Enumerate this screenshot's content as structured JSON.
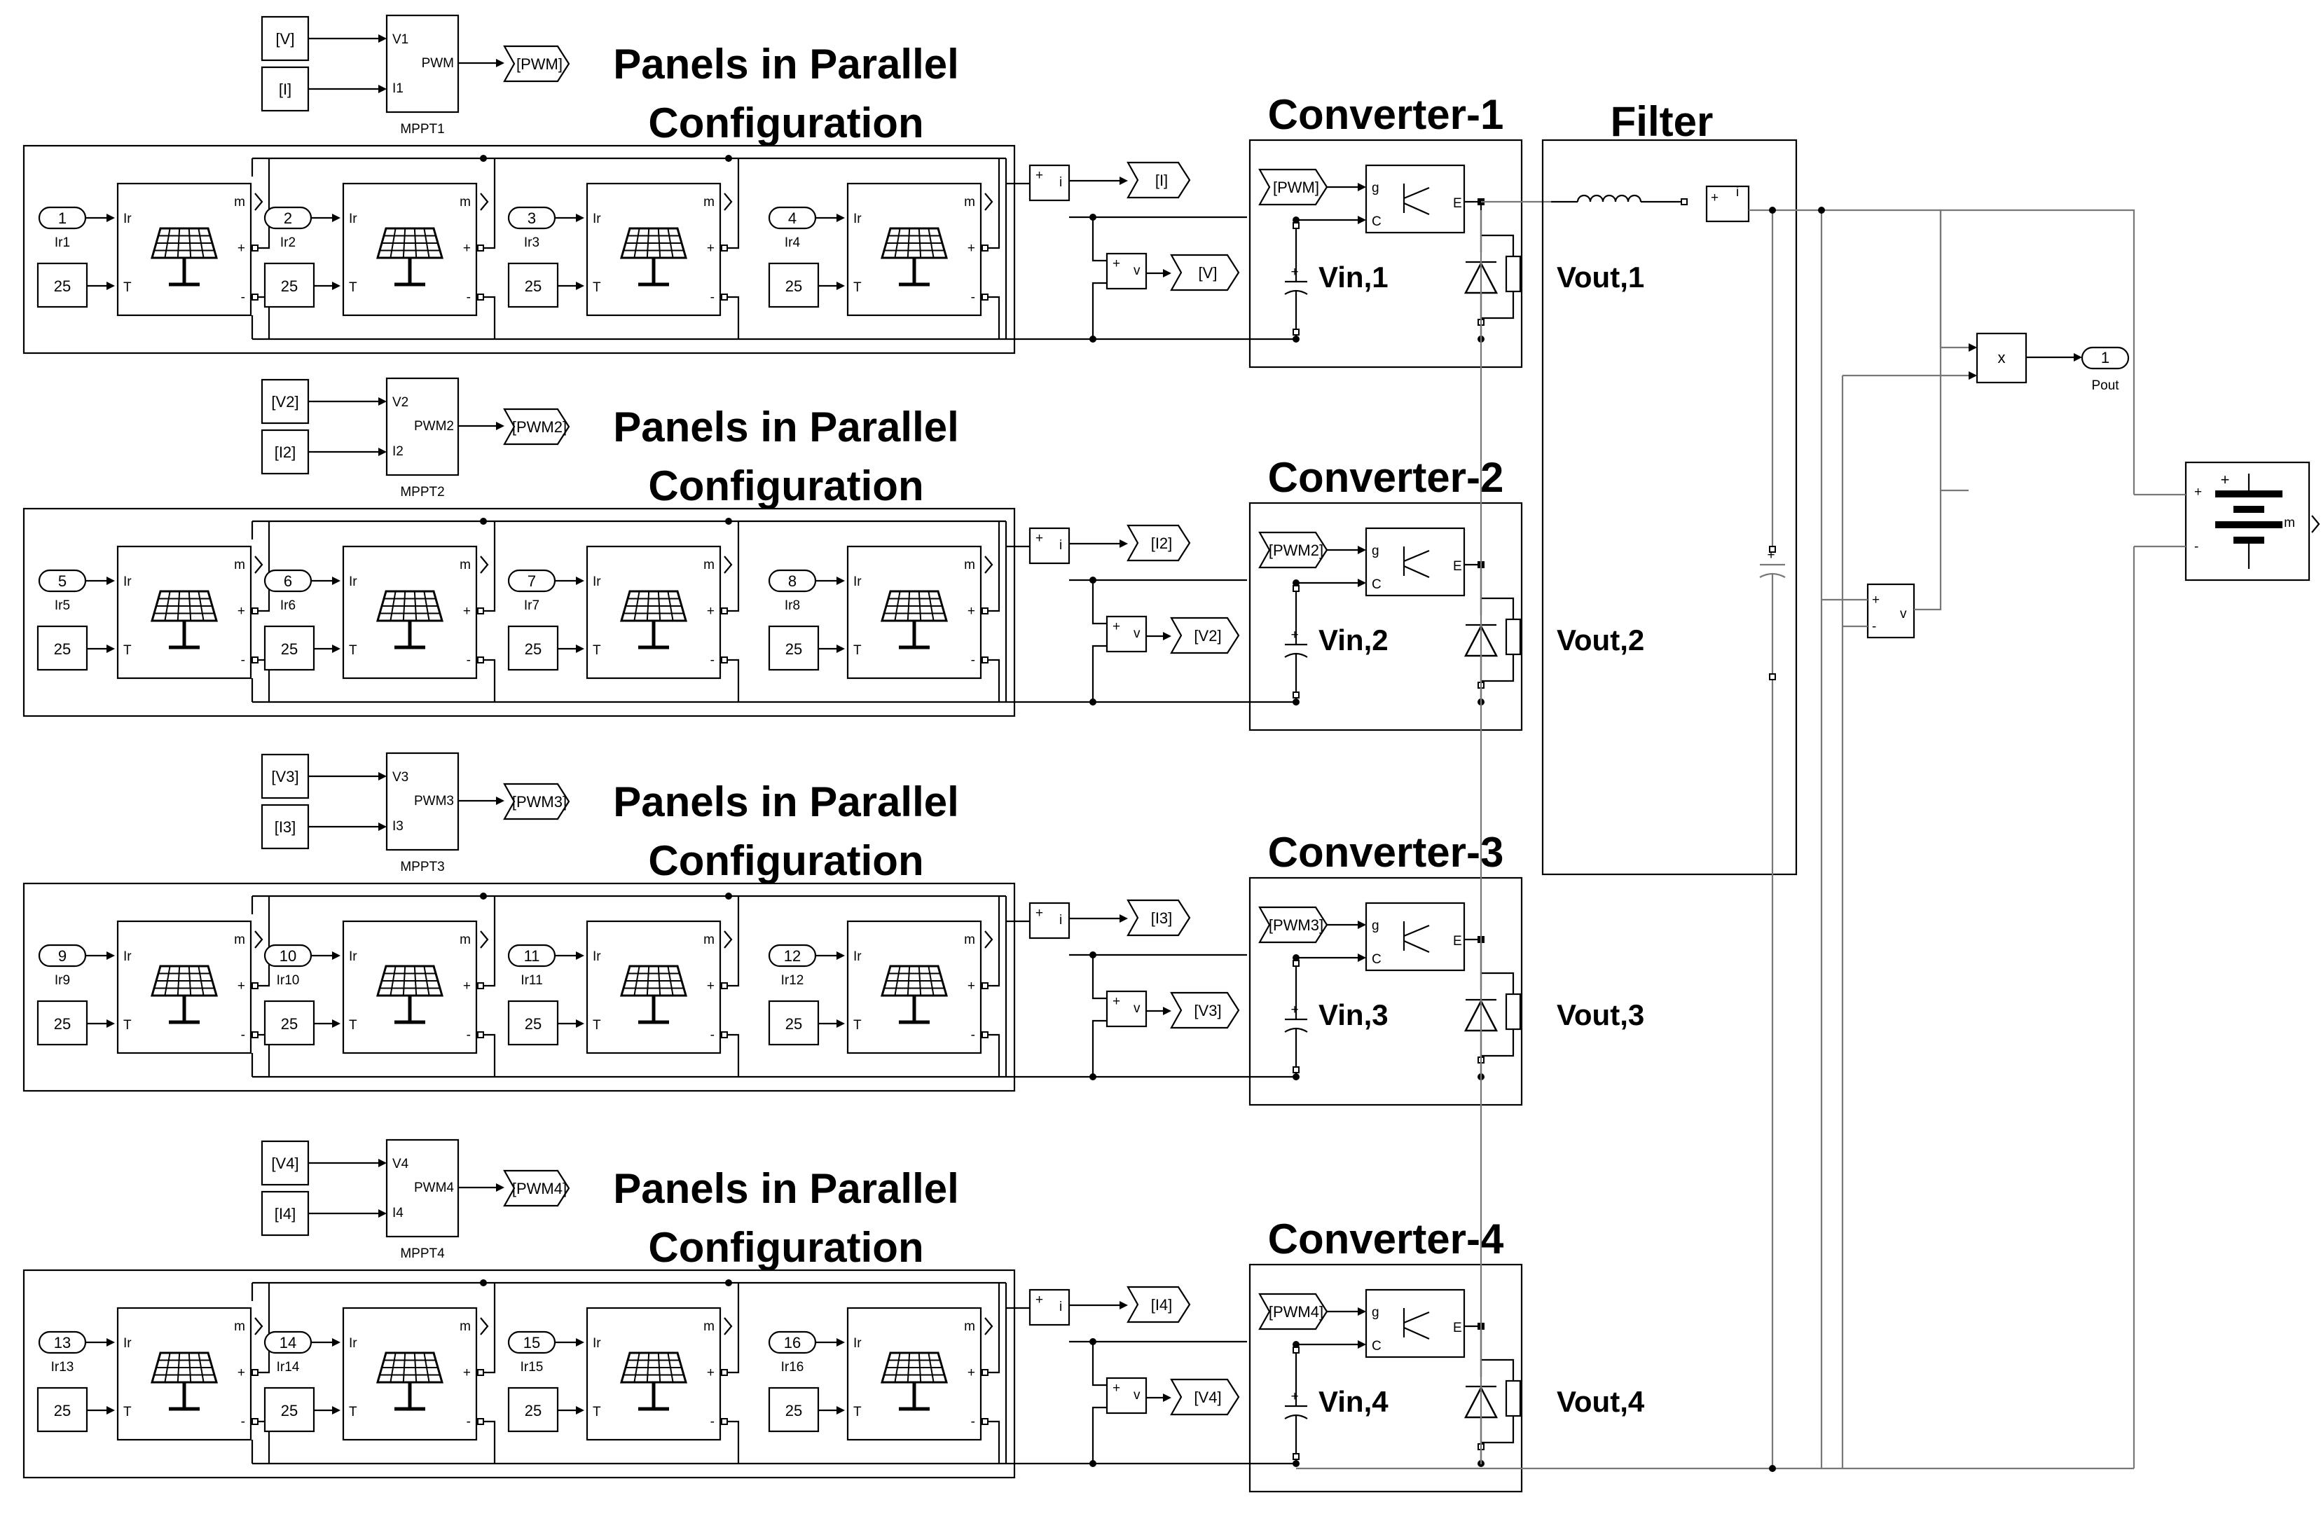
{
  "title_line1": "Panels in Parallel",
  "title_line2": "Configuration",
  "filter_label": "Filter",
  "rows": [
    {
      "converter": "Converter-1",
      "vin": "Vin,1",
      "vout": "Vout,1",
      "mppt": "MPPT1",
      "mppt_in_v": "V1",
      "mppt_in_i": "I1",
      "mppt_out": "PWM",
      "tag_v": "[V]",
      "tag_i": "[I]",
      "tag_pwm": "[PWM]",
      "inports": [
        "1",
        "2",
        "3",
        "4"
      ],
      "irr_labels": [
        "Ir1",
        "Ir2",
        "Ir3",
        "Ir4"
      ]
    },
    {
      "converter": "Converter-2",
      "vin": "Vin,2",
      "vout": "Vout,2",
      "mppt": "MPPT2",
      "mppt_in_v": "V2",
      "mppt_in_i": "I2",
      "mppt_out": "PWM2",
      "tag_v": "[V2]",
      "tag_i": "[I2]",
      "tag_pwm": "[PWM2]",
      "inports": [
        "5",
        "6",
        "7",
        "8"
      ],
      "irr_labels": [
        "Ir5",
        "Ir6",
        "Ir7",
        "Ir8"
      ]
    },
    {
      "converter": "Converter-3",
      "vin": "Vin,3",
      "vout": "Vout,3",
      "mppt": "MPPT3",
      "mppt_in_v": "V3",
      "mppt_in_i": "I3",
      "mppt_out": "PWM3",
      "tag_v": "[V3]",
      "tag_i": "[I3]",
      "tag_pwm": "[PWM3]",
      "inports": [
        "9",
        "10",
        "11",
        "12"
      ],
      "irr_labels": [
        "Ir9",
        "Ir10",
        "Ir11",
        "Ir12"
      ]
    },
    {
      "converter": "Converter-4",
      "vin": "Vin,4",
      "vout": "Vout,4",
      "mppt": "MPPT4",
      "mppt_in_v": "V4",
      "mppt_in_i": "I4",
      "mppt_out": "PWM4",
      "tag_v": "[V4]",
      "tag_i": "[I4]",
      "tag_pwm": "[PWM4]",
      "inports": [
        "13",
        "14",
        "15",
        "16"
      ],
      "irr_labels": [
        "Ir13",
        "Ir14",
        "Ir15",
        "Ir16"
      ]
    }
  ],
  "temperature_value": "25",
  "port_labels": {
    "ir": "Ir",
    "t": "T",
    "m": "m",
    "plus": "+",
    "minus": "-",
    "g": "g",
    "c": "C",
    "e": "E",
    "i": "i",
    "v": "v"
  },
  "product_label": "x",
  "outport_value": "1",
  "outport_label": "Pout",
  "battery_port_m": "m",
  "colors": {
    "panel_box": "#4a4a4a",
    "converter_box": "#2f4f99",
    "filter_box": "#f2b705",
    "wire": "#000000",
    "bus_wire": "#808080"
  }
}
